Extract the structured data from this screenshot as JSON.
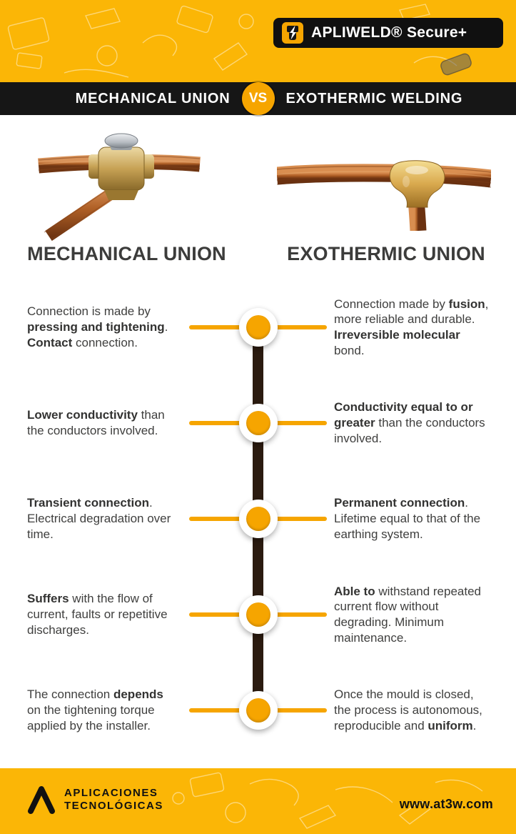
{
  "header": {
    "brand": "APLIWELD® Secure+",
    "banner_left": "MECHANICAL UNION",
    "banner_vs": "VS",
    "banner_right": "EXOTHERMIC WELDING"
  },
  "sections": {
    "left_title": "MECHANICAL UNION",
    "right_title": "EXOTHERMIC UNION"
  },
  "rows": [
    {
      "left": [
        {
          "t": "Connection is made by "
        },
        {
          "t": "pressing and tightening",
          "b": true
        },
        {
          "t": ". "
        },
        {
          "t": "Contact",
          "b": true
        },
        {
          "t": " connection."
        }
      ],
      "right": [
        {
          "t": "Connection made by "
        },
        {
          "t": "fusion",
          "b": true
        },
        {
          "t": ", more reliable and durable. "
        },
        {
          "t": "Irreversible molecular",
          "b": true
        },
        {
          "t": " bond."
        }
      ]
    },
    {
      "left": [
        {
          "t": "Lower conductivity",
          "b": true
        },
        {
          "t": " than the conductors involved."
        }
      ],
      "right": [
        {
          "t": "Conductivity equal to or greater",
          "b": true
        },
        {
          "t": " than the conductors involved."
        }
      ]
    },
    {
      "left": [
        {
          "t": "Transient connection",
          "b": true
        },
        {
          "t": ". Electrical degradation over time."
        }
      ],
      "right": [
        {
          "t": "Permanent connection",
          "b": true
        },
        {
          "t": ". Lifetime equal to that of the earthing system."
        }
      ]
    },
    {
      "left": [
        {
          "t": "Suffers",
          "b": true
        },
        {
          "t": " with the flow of current, faults or repetitive discharges."
        }
      ],
      "right": [
        {
          "t": "Able to",
          "b": true
        },
        {
          "t": " withstand repeated current flow without degrading. Minimum maintenance."
        }
      ]
    },
    {
      "left": [
        {
          "t": "The connection "
        },
        {
          "t": "depends",
          "b": true
        },
        {
          "t": " on the tightening torque applied by the installer."
        }
      ],
      "right": [
        {
          "t": "Once the mould is closed, the process is autonomous, reproducible and "
        },
        {
          "t": "uniform",
          "b": true
        },
        {
          "t": "."
        }
      ]
    }
  ],
  "footer": {
    "company_line1": "APLICACIONES",
    "company_line2": "TECNOLÓGICAS",
    "website": "www.at3w.com"
  },
  "colors": {
    "brand_orange": "#F6A500",
    "band_yellow": "#FBB606",
    "banner_black": "#161616",
    "timeline_dark": "#2B1B10",
    "text_dark": "#3C3C3B"
  }
}
